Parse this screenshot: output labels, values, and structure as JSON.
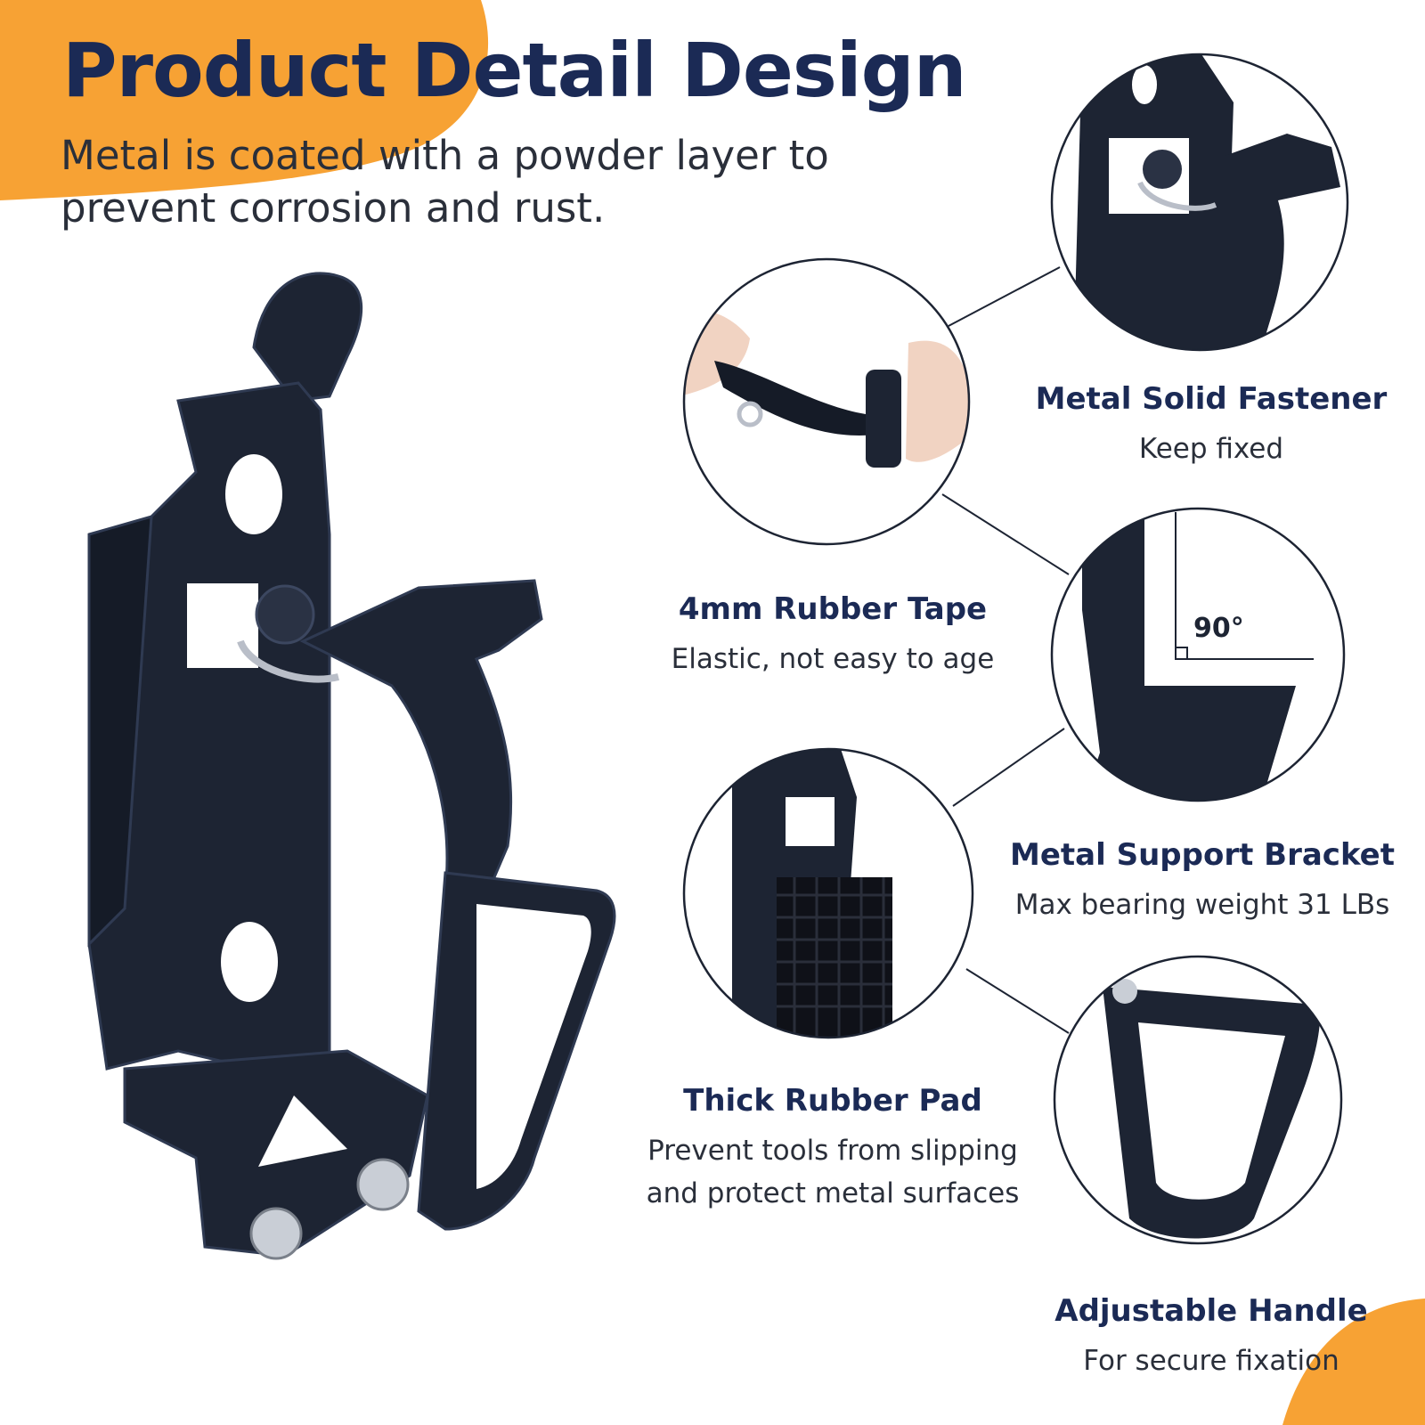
{
  "header": {
    "title": "Product Detail Design",
    "subtitle": "Metal is coated with a powder layer to prevent corrosion and rust."
  },
  "features": [
    {
      "title": "Metal Solid Fastener",
      "desc": "Keep fixed"
    },
    {
      "title": "4mm Rubber Tape",
      "desc": "Elastic, not easy to age"
    },
    {
      "title": "Metal Support Bracket",
      "desc": "Max bearing weight 31 LBs"
    },
    {
      "title": "Thick Rubber Pad",
      "desc": "Prevent tools from slipping and protect metal surfaces"
    },
    {
      "title": "Adjustable Handle",
      "desc": "For secure fixation"
    }
  ],
  "angle_label": "90°",
  "colors": {
    "accent_orange": "#f7a234",
    "title_navy": "#1b2a55",
    "metal": "#1d2433",
    "metal_edge": "#2f3a52"
  }
}
